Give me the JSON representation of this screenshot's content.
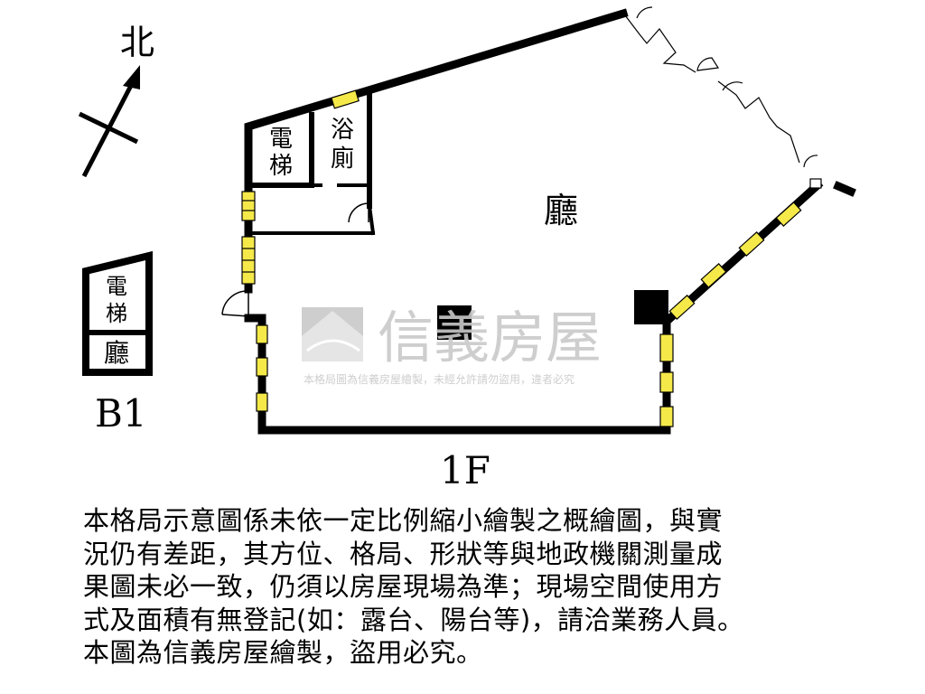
{
  "compass": {
    "label": "北"
  },
  "rooms": {
    "elevator_1f": [
      "電",
      "梯"
    ],
    "bathroom": [
      "浴",
      "廁"
    ],
    "hall_1f": "廳",
    "elevator_b1": [
      "電",
      "梯"
    ],
    "hall_b1": "廳"
  },
  "floor_labels": {
    "b1": "B1",
    "f1": "1F"
  },
  "watermark": {
    "brand": "信義房屋",
    "notice": "本格局圖為信義房屋繪製，未經允許請勿盜用，違者必究"
  },
  "colors": {
    "wall": "#000000",
    "window": "#f5e94a",
    "watermark": "#c9c9c9"
  },
  "disclaimer": {
    "lines": [
      "本格局示意圖係未依一定比例縮小繪製之概繪圖，與實",
      "況仍有差距，其方位、格局、形狀等與地政機關測量成",
      "果圖未必一致，仍須以房屋現場為準；現場空間使用方",
      "式及面積有無登記(如：露台、陽台等)，請洽業務人員。",
      "本圖為信義房屋繪製，盜用必究。"
    ]
  }
}
